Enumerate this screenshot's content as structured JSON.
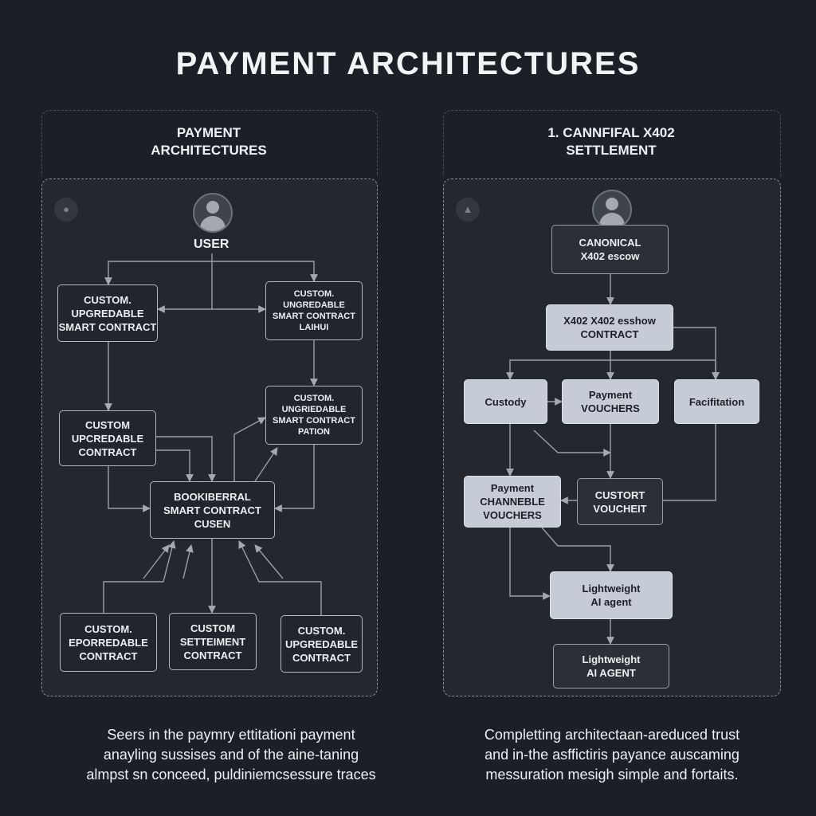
{
  "title": "PAYMENT ARCHITECTURES",
  "left_panel": {
    "title": "PAYMENT\nARCHITECTURES",
    "user_label": "USER",
    "nodes": {
      "top_left": "CUSTOM.\nUPGREDABLE\nSMART CONTRACT",
      "top_right": "CUSTOM.\nUNGREDABLE\nSMART CONTRACT\nLAIHUI",
      "mid_left": "CUSTOM\nUPCREDABLE\nCONTRACT",
      "mid_right": "CUSTOM.\nUNGRIEDABLE\nSMART CONTRACT\nPATION",
      "center": "BOOKIBERRAL\nSMART CONTRACT\nCUSEN",
      "bottom_left": "CUSTOM.\nEPORREDABLE\nCONTRACT",
      "bottom_mid": "CUSTOM\nSETTEIMENT\nCONTRACT",
      "bottom_right": "CUSTOM.\nUPGREDABLE\nCONTRACT"
    },
    "caption": "Seers in the paymry ettitationi payment\nanayling sussises and of the aine-taning\nalmpst sn conceed, puldiniemcsessure traces"
  },
  "right_panel": {
    "title": "1. CANNFIFAL X402\nSETTLEMENT",
    "nodes": {
      "escrow": "CANONICAL\nX402 escow",
      "contract": "X402 X402 esshow\nCONTRACT",
      "custody": "Custody",
      "payment_vouchers": "Payment\nVOUCHERS",
      "facilitation": "Facifitation",
      "channel_vouchers": "Payment\nCHANNEBLE\nVOUCHERS",
      "custort": "CUSTORT\nVOUCHEIT",
      "agent_light": "Lightweight\nAI agent",
      "agent_dark": "Lightweight\nAI AGENT"
    },
    "caption": "Completting architectaan-areduced trust\nand in-the asffictiris payance auscaming\nmessuration mesigh simple and fortaits."
  },
  "colors": {
    "background": "#1c1f26",
    "panel": "#24272e",
    "node_light": "#c6ccd6",
    "edge": "#9a9ea6"
  },
  "icons": {
    "left_corner": "user-icon",
    "right_corner": "pen-icon",
    "avatar": "user-avatar-icon"
  }
}
